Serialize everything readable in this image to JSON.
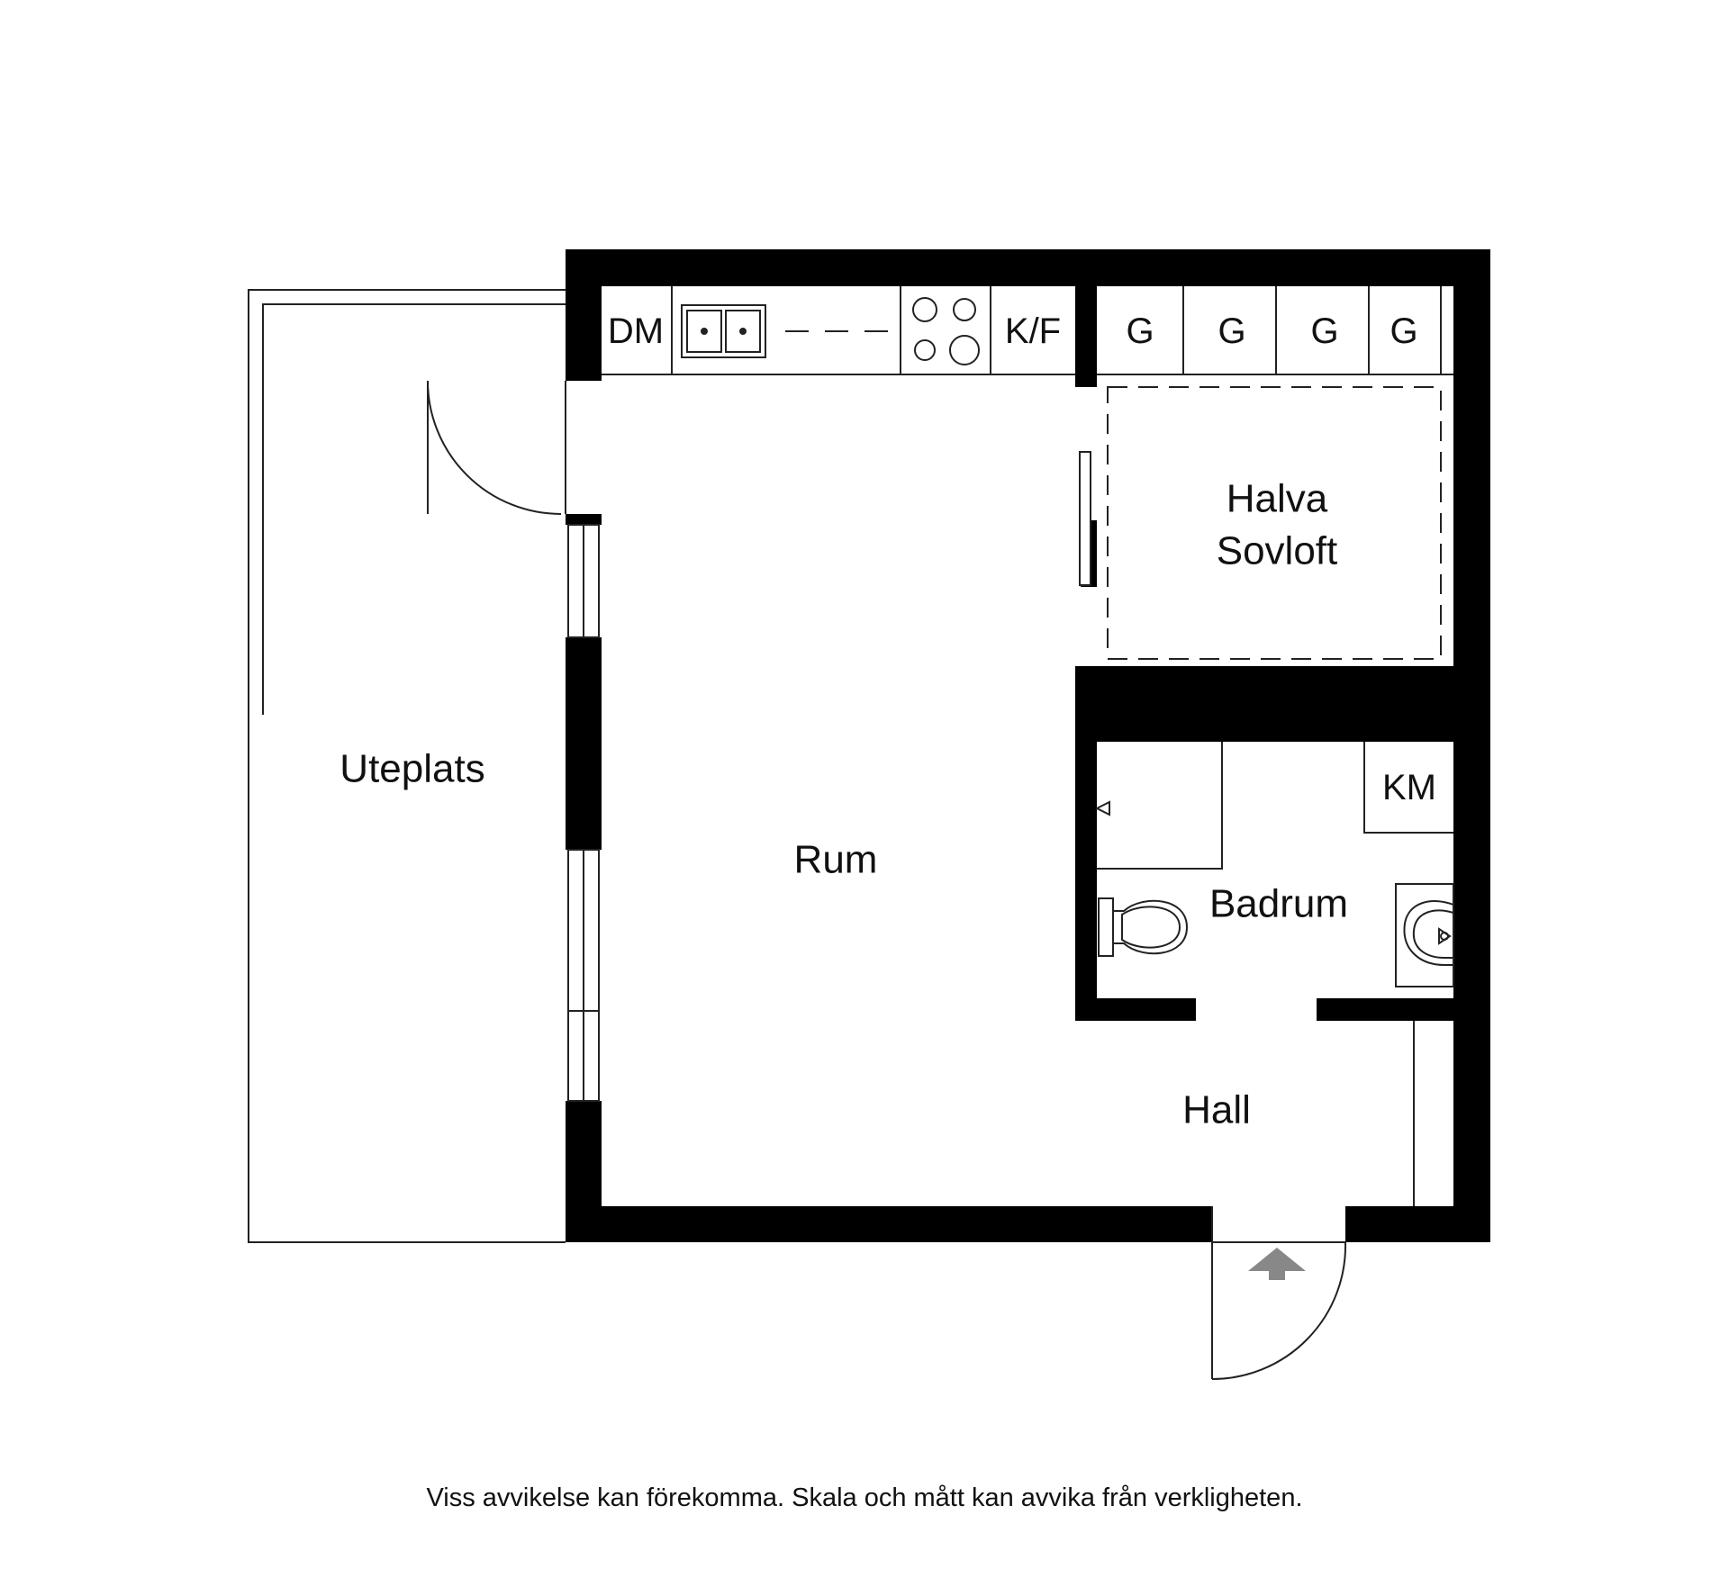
{
  "rooms": {
    "rum": "Rum",
    "uteplats": "Uteplats",
    "halva_sovloft_line1": "Halva",
    "halva_sovloft_line2": "Sovloft",
    "badrum": "Badrum",
    "hall": "Hall"
  },
  "fixtures": {
    "dm": "DM",
    "kf": "K/F",
    "km": "KM",
    "g1": "G",
    "g2": "G",
    "g3": "G",
    "g4": "G"
  },
  "colors": {
    "wall": "#000000",
    "line": "#222222",
    "entrance_arrow": "#888888"
  },
  "disclaimer": "Viss avvikelse kan förekomma. Skala och mått kan avvika från verkligheten."
}
